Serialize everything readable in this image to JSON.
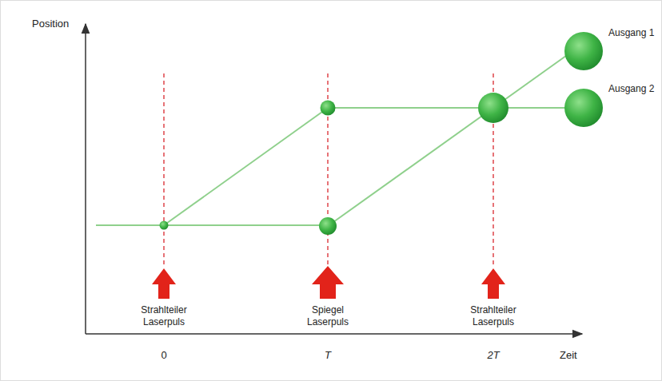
{
  "diagram": {
    "labels": [
      "Position",
      "Zeit",
      "0",
      "T",
      "2T",
      "Strahlteiler Laserpuls",
      "Spiegel Laserpuls",
      "Strahlteiler Laserpuls",
      "Ausgang 1",
      "Ausgang 2"
    ]
  }
}
